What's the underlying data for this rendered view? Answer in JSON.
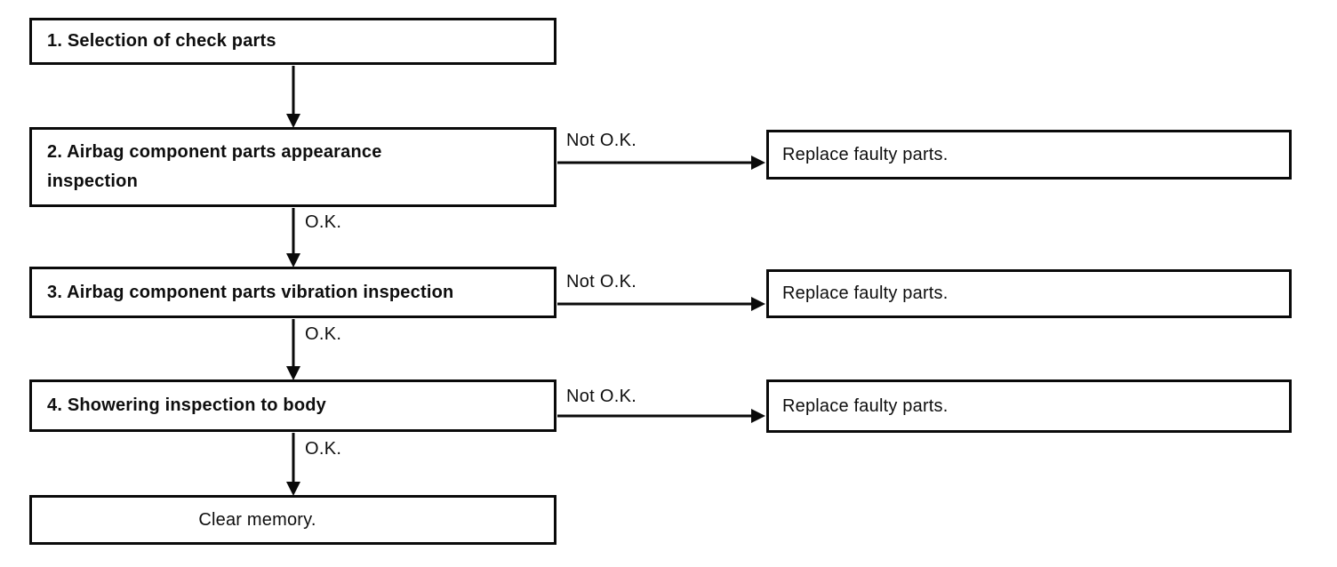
{
  "flow": {
    "steps": {
      "step1": "1. Selection of check parts",
      "step2": "2. Airbag component parts appearance inspection",
      "step3": "3. Airbag component parts vibration inspection",
      "step4": "4. Showering inspection to body",
      "final": "Clear memory."
    },
    "fail_boxes": [
      "Replace faulty parts.",
      "Replace faulty parts.",
      "Replace faulty parts."
    ],
    "labels": {
      "ok": "O.K.",
      "not_ok": "Not O.K."
    },
    "colors": {
      "line": "#0a0a0a",
      "background": "#ffffff",
      "box_fill": "#ffffff"
    }
  }
}
